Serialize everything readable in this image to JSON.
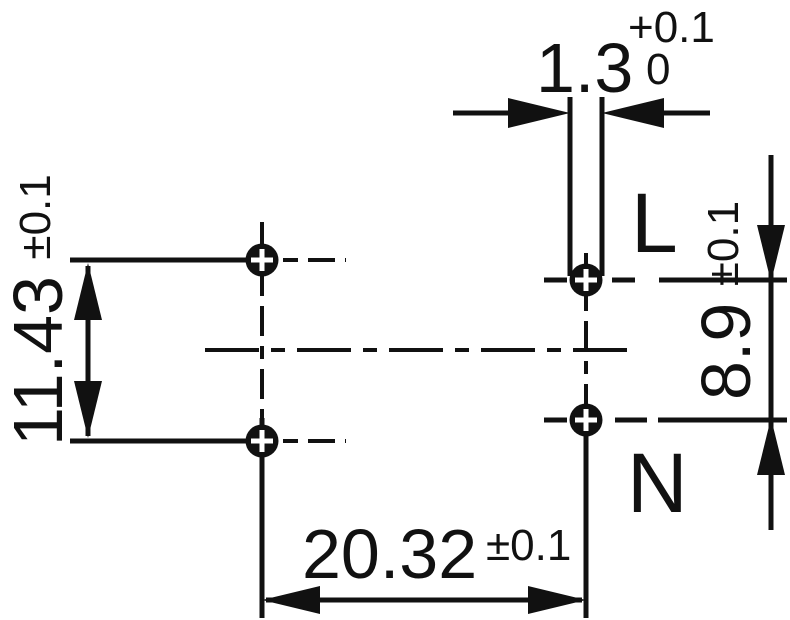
{
  "drawing": {
    "colors": {
      "ink": "#111111",
      "background": "#ffffff"
    },
    "labels": {
      "live": "L",
      "neutral": "N"
    },
    "dimensions": {
      "slot_width": {
        "value": "1.3",
        "tol_upper": "+0.1",
        "tol_lower": "0"
      },
      "left_pitch": {
        "value": "11.43",
        "tolerance": "±0.1"
      },
      "right_pitch": {
        "value": "8.9",
        "tolerance": "±0.1"
      },
      "horizontal_pitch": {
        "value": "20.32",
        "tolerance": "±0.1"
      }
    }
  }
}
